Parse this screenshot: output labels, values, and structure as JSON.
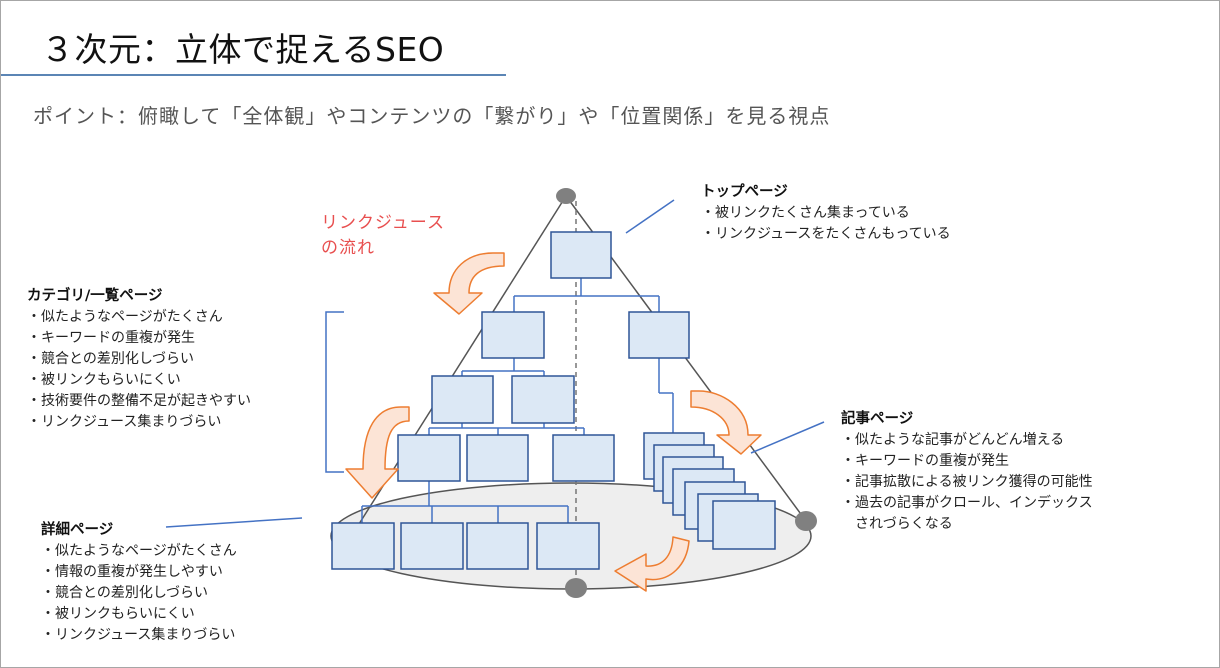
{
  "title": "３次元：立体で捉えるSEO",
  "subtitle": "ポイント：俯瞰して「全体観」やコンテンツの「繋がり」や「位置関係」を見る視点",
  "flow_label": [
    "リンクジュース",
    "の流れ"
  ],
  "colors": {
    "node_fill": "#dce8f5",
    "node_stroke": "#2f5597",
    "connector": "#4472c4",
    "arrow_fill": "#fce4d6",
    "arrow_stroke": "#ed7d31",
    "cone_line": "#555555",
    "base_fill": "#eeeeee",
    "flow_label": "#e84f4f"
  },
  "blocks": {
    "top": {
      "heading": "トップページ",
      "lines": [
        "・被リンクたくさん集まっている",
        "・リンクジュースをたくさんもっている"
      ]
    },
    "category": {
      "heading": "カテゴリ/一覧ページ",
      "lines": [
        "・似たようなページがたくさん",
        "・キーワードの重複が発生",
        "・競合との差別化しづらい",
        "・被リンクもらいにくい",
        "・技術要件の整備不足が起きやすい",
        "・リンクジュース集まりづらい"
      ]
    },
    "article": {
      "heading": "記事ページ",
      "lines": [
        "・似たような記事がどんどん増える",
        "・キーワードの重複が発生",
        "・記事拡散による被リンク獲得の可能性",
        "・過去の記事がクロール、インデックス",
        "　されづらくなる"
      ]
    },
    "detail": {
      "heading": "詳細ページ",
      "lines": [
        "・似たようなページがたくさん",
        "・情報の重複が発生しやすい",
        "・競合との差別化しづらい",
        "・被リンクもらいにくい",
        "・リンクジュース集まりづらい"
      ]
    }
  }
}
